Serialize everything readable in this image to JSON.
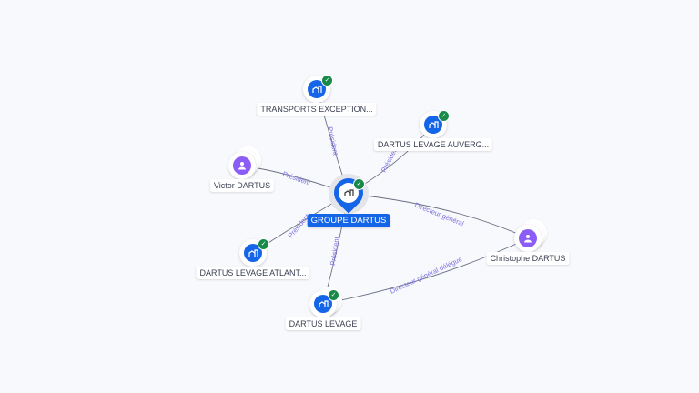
{
  "center": {
    "label": "GROUPE DARTUS",
    "icon": "building-icon",
    "verified": true
  },
  "nodes": [
    {
      "label": "TRANSPORTS EXCEPTION...",
      "type": "company",
      "verified": true
    },
    {
      "label": "DARTUS LEVAGE AUVERG...",
      "type": "company",
      "verified": true
    },
    {
      "label": "Victor DARTUS",
      "type": "person"
    },
    {
      "label": "DARTUS LEVAGE ATLANT...",
      "type": "company",
      "verified": true
    },
    {
      "label": "DARTUS LEVAGE",
      "type": "company",
      "verified": true
    },
    {
      "label": "Christophe DARTUS",
      "type": "person"
    }
  ],
  "edges": [
    {
      "label": "Président"
    },
    {
      "label": "Président"
    },
    {
      "label": "Président"
    },
    {
      "label": "Président"
    },
    {
      "label": "Président"
    },
    {
      "label": "Directeur général"
    },
    {
      "label": "Directeur général délégué"
    }
  ],
  "colors": {
    "company": "#1565e8",
    "person": "#8b5cf6",
    "verified": "#178a4a",
    "edge_label": "#7b6fe0"
  }
}
